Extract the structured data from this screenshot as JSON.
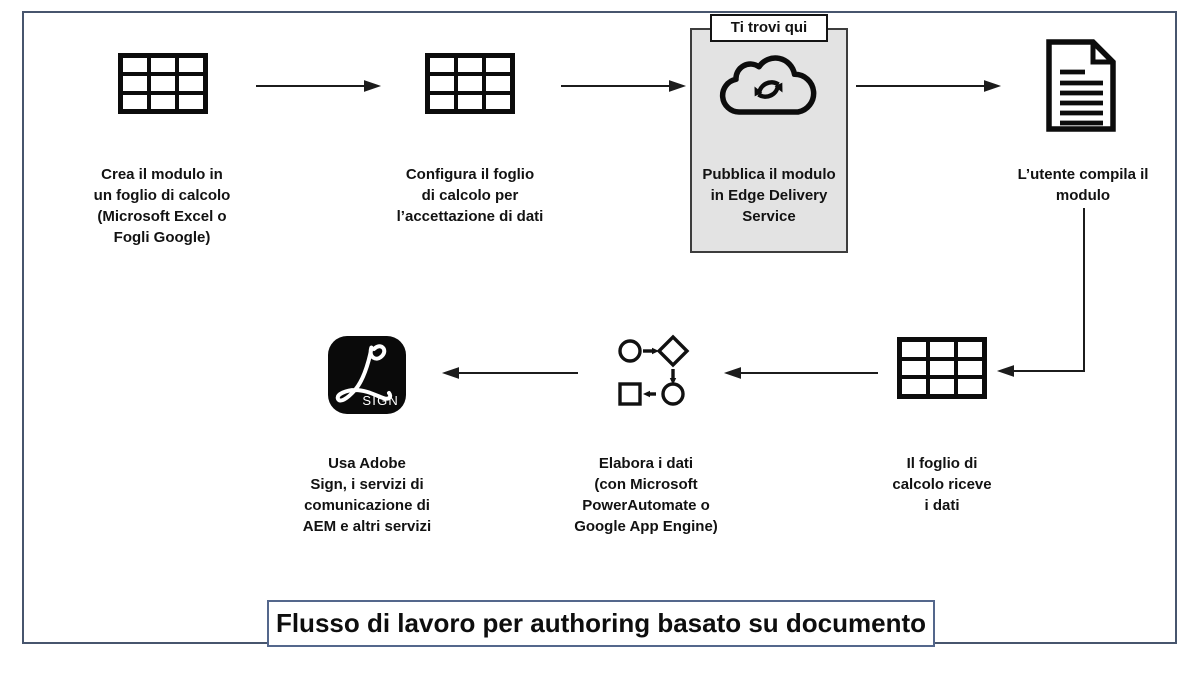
{
  "diagram": {
    "title": "Flusso di lavoro per authoring basato su documento",
    "badge": "Ti trovi qui",
    "nodes": {
      "create_form": {
        "icon": "spreadsheet-icon",
        "label": "Crea il modulo in\nun foglio di calcolo\n(Microsoft Excel o\nFogli Google)"
      },
      "configure_sheet": {
        "icon": "spreadsheet-icon",
        "label": "Configura il foglio\ndi calcolo per\nl’accettazione di dati"
      },
      "publish_edge": {
        "icon": "cloud-sync-icon",
        "highlighted": true,
        "label": "Pubblica il modulo\nin Edge Delivery\nService"
      },
      "user_fills": {
        "icon": "document-icon",
        "label": "L’utente compila il\nmodulo"
      },
      "sheet_receives": {
        "icon": "spreadsheet-icon",
        "label": "Il foglio di\ncalcolo riceve\ni dati"
      },
      "process_data": {
        "icon": "flowchart-icon",
        "label": "Elabora i dati\n(con Microsoft\nPowerAutomate o\nGoogle App Engine)"
      },
      "sign_services": {
        "icon": "adobe-sign-icon",
        "icon_badge": "SIGN",
        "label": "Usa Adobe\nSign, i servizi di\ncomunicazione di\nAEM e altri servizi"
      }
    },
    "edges": [
      {
        "from": "create_form",
        "to": "configure_sheet"
      },
      {
        "from": "configure_sheet",
        "to": "publish_edge"
      },
      {
        "from": "publish_edge",
        "to": "user_fills"
      },
      {
        "from": "user_fills",
        "to": "sheet_receives"
      },
      {
        "from": "sheet_receives",
        "to": "process_data"
      },
      {
        "from": "process_data",
        "to": "sign_services"
      }
    ],
    "colors": {
      "ink": "#121212",
      "highlight_bg": "#e3e3e3",
      "frame_border": "#47556d",
      "title_border": "#54678c"
    }
  }
}
